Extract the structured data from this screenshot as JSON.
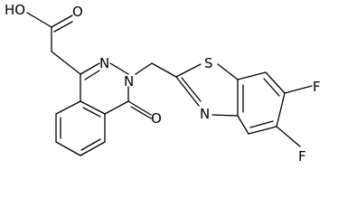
{
  "structure": {
    "atoms": {
      "hydroxyl": "HO",
      "carboxyl_oxygen": "O",
      "ring_n1": "N",
      "ring_n2": "N",
      "ketone_oxygen": "O",
      "thiazole_sulfur": "S",
      "thiazole_nitrogen": "N",
      "fluorine_top": "F",
      "fluorine_bottom": "F"
    }
  }
}
